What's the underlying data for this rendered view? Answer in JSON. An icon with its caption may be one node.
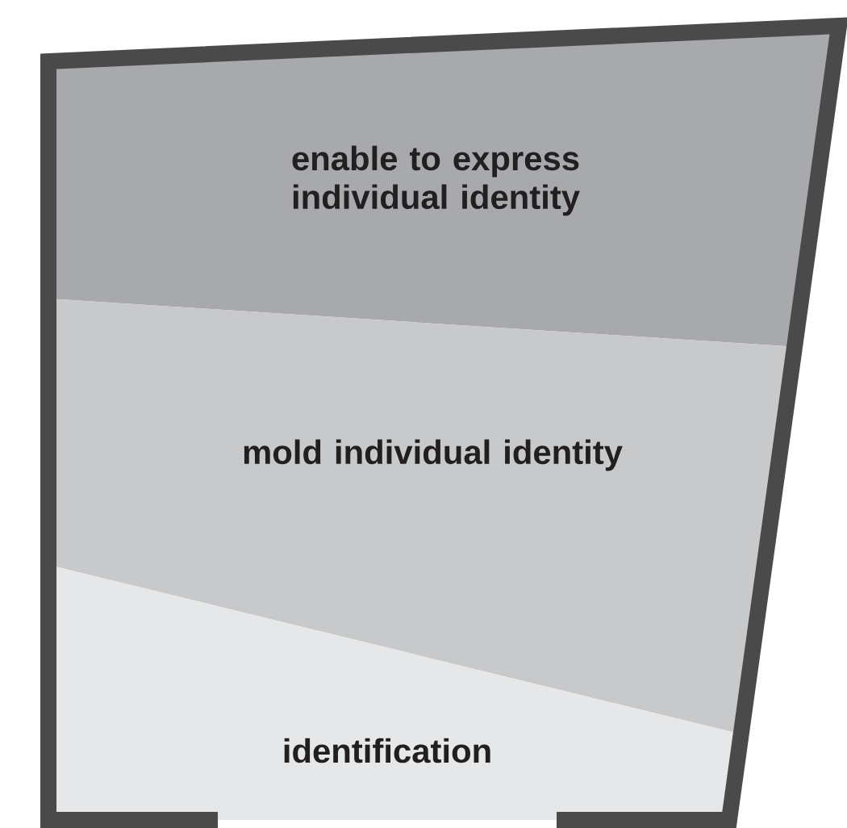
{
  "diagram": {
    "nodes": [
      {
        "text": [
          "enable to express individual identity"
        ]
      },
      {
        "text": [
          "mold individual identity"
        ]
      },
      {
        "text": [
          "identification"
        ]
      }
    ]
  }
}
